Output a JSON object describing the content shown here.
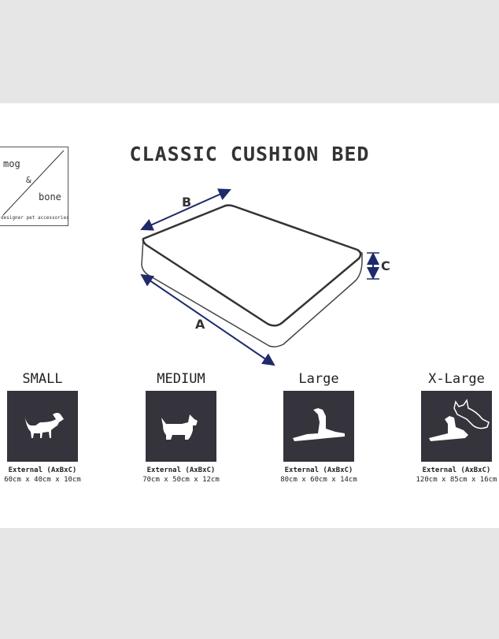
{
  "brand": {
    "line1": "mog",
    "ampersand": "&",
    "line2": "bone",
    "tagline": "designer pet accessories"
  },
  "title": "CLASSIC CUSHION BED",
  "diagram": {
    "label_a": "A",
    "label_b": "B",
    "label_c": "C",
    "outline_color": "#333333",
    "arrow_color": "#1f2a6b"
  },
  "tile_color": "#35333c",
  "sizes": [
    {
      "name": "SMALL",
      "icon": "basset-hound-icon",
      "ext_label": "External (AxBxC)",
      "dims": "60cm x 40cm x 10cm"
    },
    {
      "name": "MEDIUM",
      "icon": "scottie-dog-icon",
      "ext_label": "External (AxBxC)",
      "dims": "70cm x 50cm x 12cm"
    },
    {
      "name": "Large",
      "icon": "great-dane-icon",
      "ext_label": "External (AxBxC)",
      "dims": "80cm x 60cm x 14cm"
    },
    {
      "name": "X-Large",
      "icon": "dog-and-cat-icon",
      "ext_label": "External (AxBxC)",
      "dims": "120cm x 85cm x 16cm"
    }
  ]
}
